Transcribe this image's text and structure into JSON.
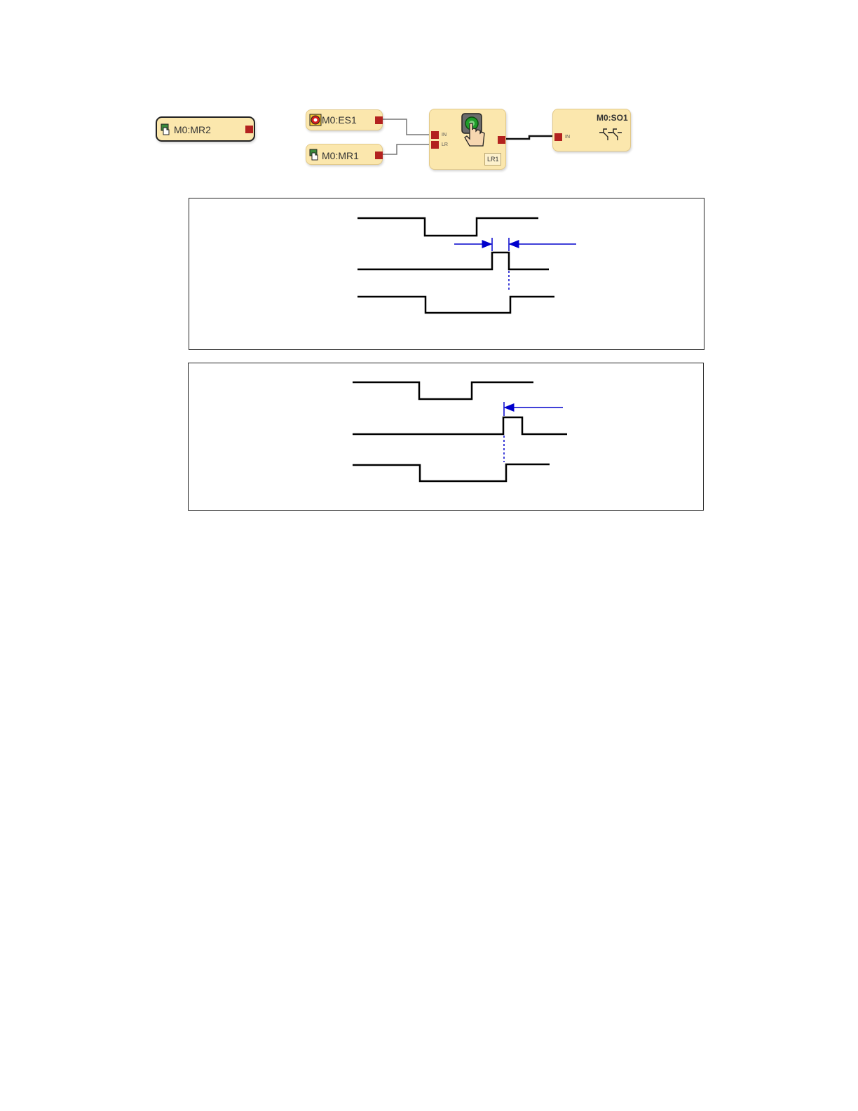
{
  "blocks": {
    "mr2": {
      "label": "M0:MR2",
      "icon": "manual-reset-icon"
    },
    "es1": {
      "label": "M0:ES1",
      "icon": "emergency-stop-icon"
    },
    "mr1": {
      "label": "M0:MR1",
      "icon": "manual-reset-icon"
    },
    "lr1": {
      "label": "LR1",
      "icon": "reset-hand-button-icon",
      "ports": {
        "in": "IN",
        "lr": "LR"
      }
    },
    "so1": {
      "label": "M0:SO1",
      "icon": "safety-output-contacts-icon",
      "ports": {
        "in": "IN"
      }
    }
  },
  "colors": {
    "block_fill": "#fbe7ad",
    "port": "#b3221f",
    "annotation_arrow": "#0000cc",
    "signal_line": "#000000"
  },
  "timing_diagrams": [
    {
      "id": "timing-diagram-1",
      "traces": 3,
      "annotation": "double-arrow-pulse-width"
    },
    {
      "id": "timing-diagram-2",
      "traces": 3,
      "annotation": "single-arrow-rising-edge"
    }
  ]
}
